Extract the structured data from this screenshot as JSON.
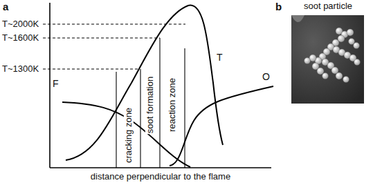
{
  "diagram": {
    "nodes": [
      {
        "text": [
          "soot particle"
        ]
      }
    ],
    "labels": [
      "a",
      "T~2000K",
      "T~1600K",
      "T~1300K",
      "F",
      "T",
      "O",
      "cracking zone",
      "soot formation",
      "reaction zone",
      "distance perpendicular to the flame",
      "b"
    ]
  }
}
